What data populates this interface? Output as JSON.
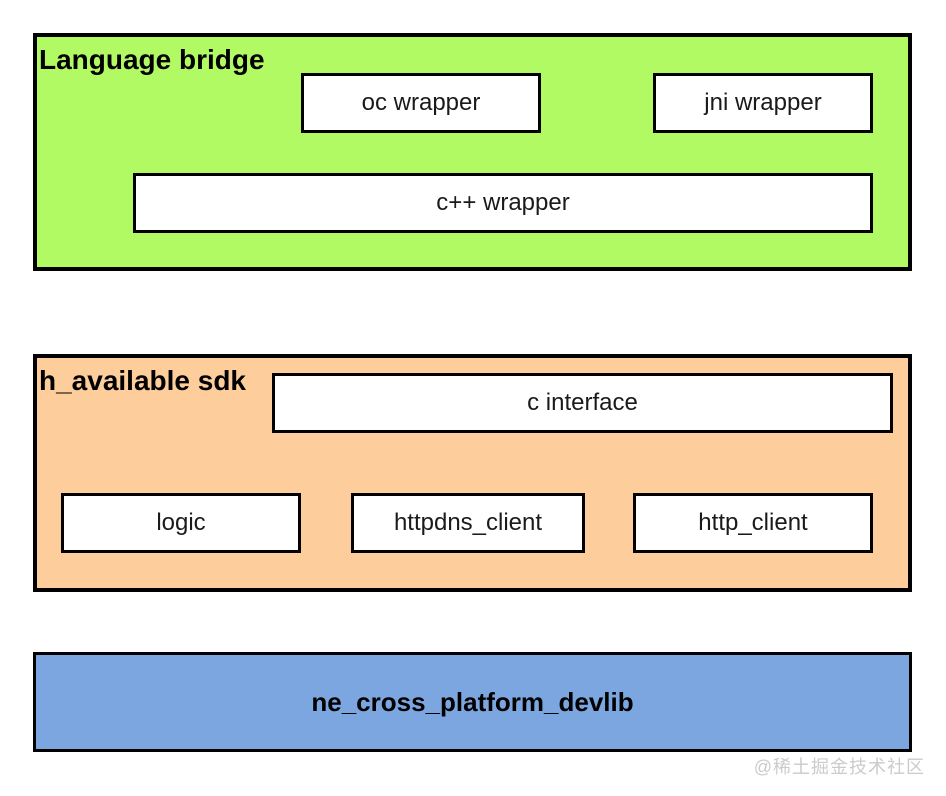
{
  "panels": {
    "language_bridge": {
      "title": "Language bridge",
      "nodes": [
        {
          "id": "oc_wrapper",
          "label": "oc wrapper"
        },
        {
          "id": "jni_wrapper",
          "label": "jni wrapper"
        },
        {
          "id": "cpp_wrapper",
          "label": "c++ wrapper"
        }
      ]
    },
    "h_available_sdk": {
      "title": "h_available sdk",
      "nodes": [
        {
          "id": "c_interface",
          "label": "c interface"
        },
        {
          "id": "logic",
          "label": "logic"
        },
        {
          "id": "httpdns_client",
          "label": "httpdns_client"
        },
        {
          "id": "http_client",
          "label": "http_client"
        }
      ]
    },
    "base": {
      "nodes": [
        {
          "id": "ne_cross_platform_devlib",
          "label": "ne_cross_platform_devlib"
        }
      ]
    }
  },
  "watermark": "@稀土掘金技术社区",
  "colors": {
    "panel_green": "#b2fa64",
    "panel_orange": "#fdcd9c",
    "panel_blue": "#7ca6e0",
    "node_fill": "#ffffff",
    "border": "#000000",
    "watermark_gray": "#cbcbcb"
  }
}
